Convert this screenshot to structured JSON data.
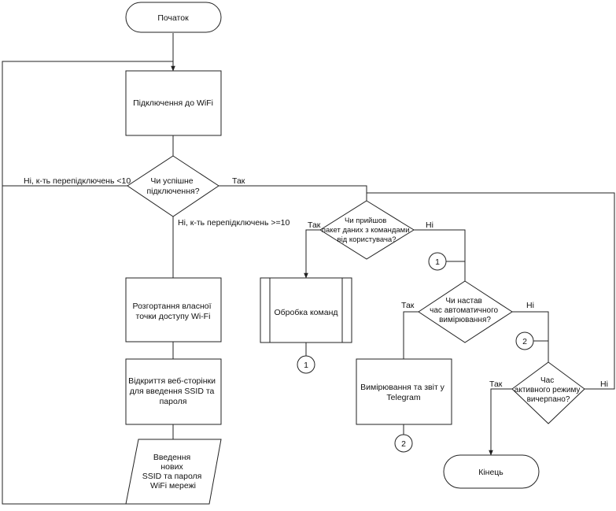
{
  "nodes": {
    "start": "Початок",
    "wifi_connect": [
      "Підключення до WiFi"
    ],
    "connect_ok": [
      "Чи успішне",
      "підключення?"
    ],
    "deploy_ap": [
      "Розгортання власної",
      "точки доступу Wi-Fi"
    ],
    "open_page": [
      "Відкриття веб-сторінки",
      "для введення SSID та",
      "пароля"
    ],
    "enter_ssid": [
      "Введення",
      "нових",
      "SSID та пароля",
      "WiFi мережі"
    ],
    "packet": [
      "Чи прийшов",
      "пакет даних з командами",
      "від користувача?"
    ],
    "process": [
      "Обробка команд"
    ],
    "auto_measure": [
      "Чи настав",
      "час автоматичного",
      "вимірювання?"
    ],
    "measure_report": [
      "Вимірювання та звіт у",
      "Telegram"
    ],
    "active_mode": [
      "Час",
      "активного режиму",
      "вичерпано?"
    ],
    "end": "Кінець",
    "connector_1": "1",
    "connector_2": "2"
  },
  "edge_labels": {
    "retry_lt10": "Ні, к-ть перепідключень <10",
    "retry_ge10": "Ні, к-ть перепідключень >=10",
    "connect_yes": "Так",
    "packet_yes": "Так",
    "packet_no": "Ні",
    "auto_yes": "Так",
    "auto_no": "Ні",
    "active_yes": "Так",
    "active_no": "Ні"
  }
}
